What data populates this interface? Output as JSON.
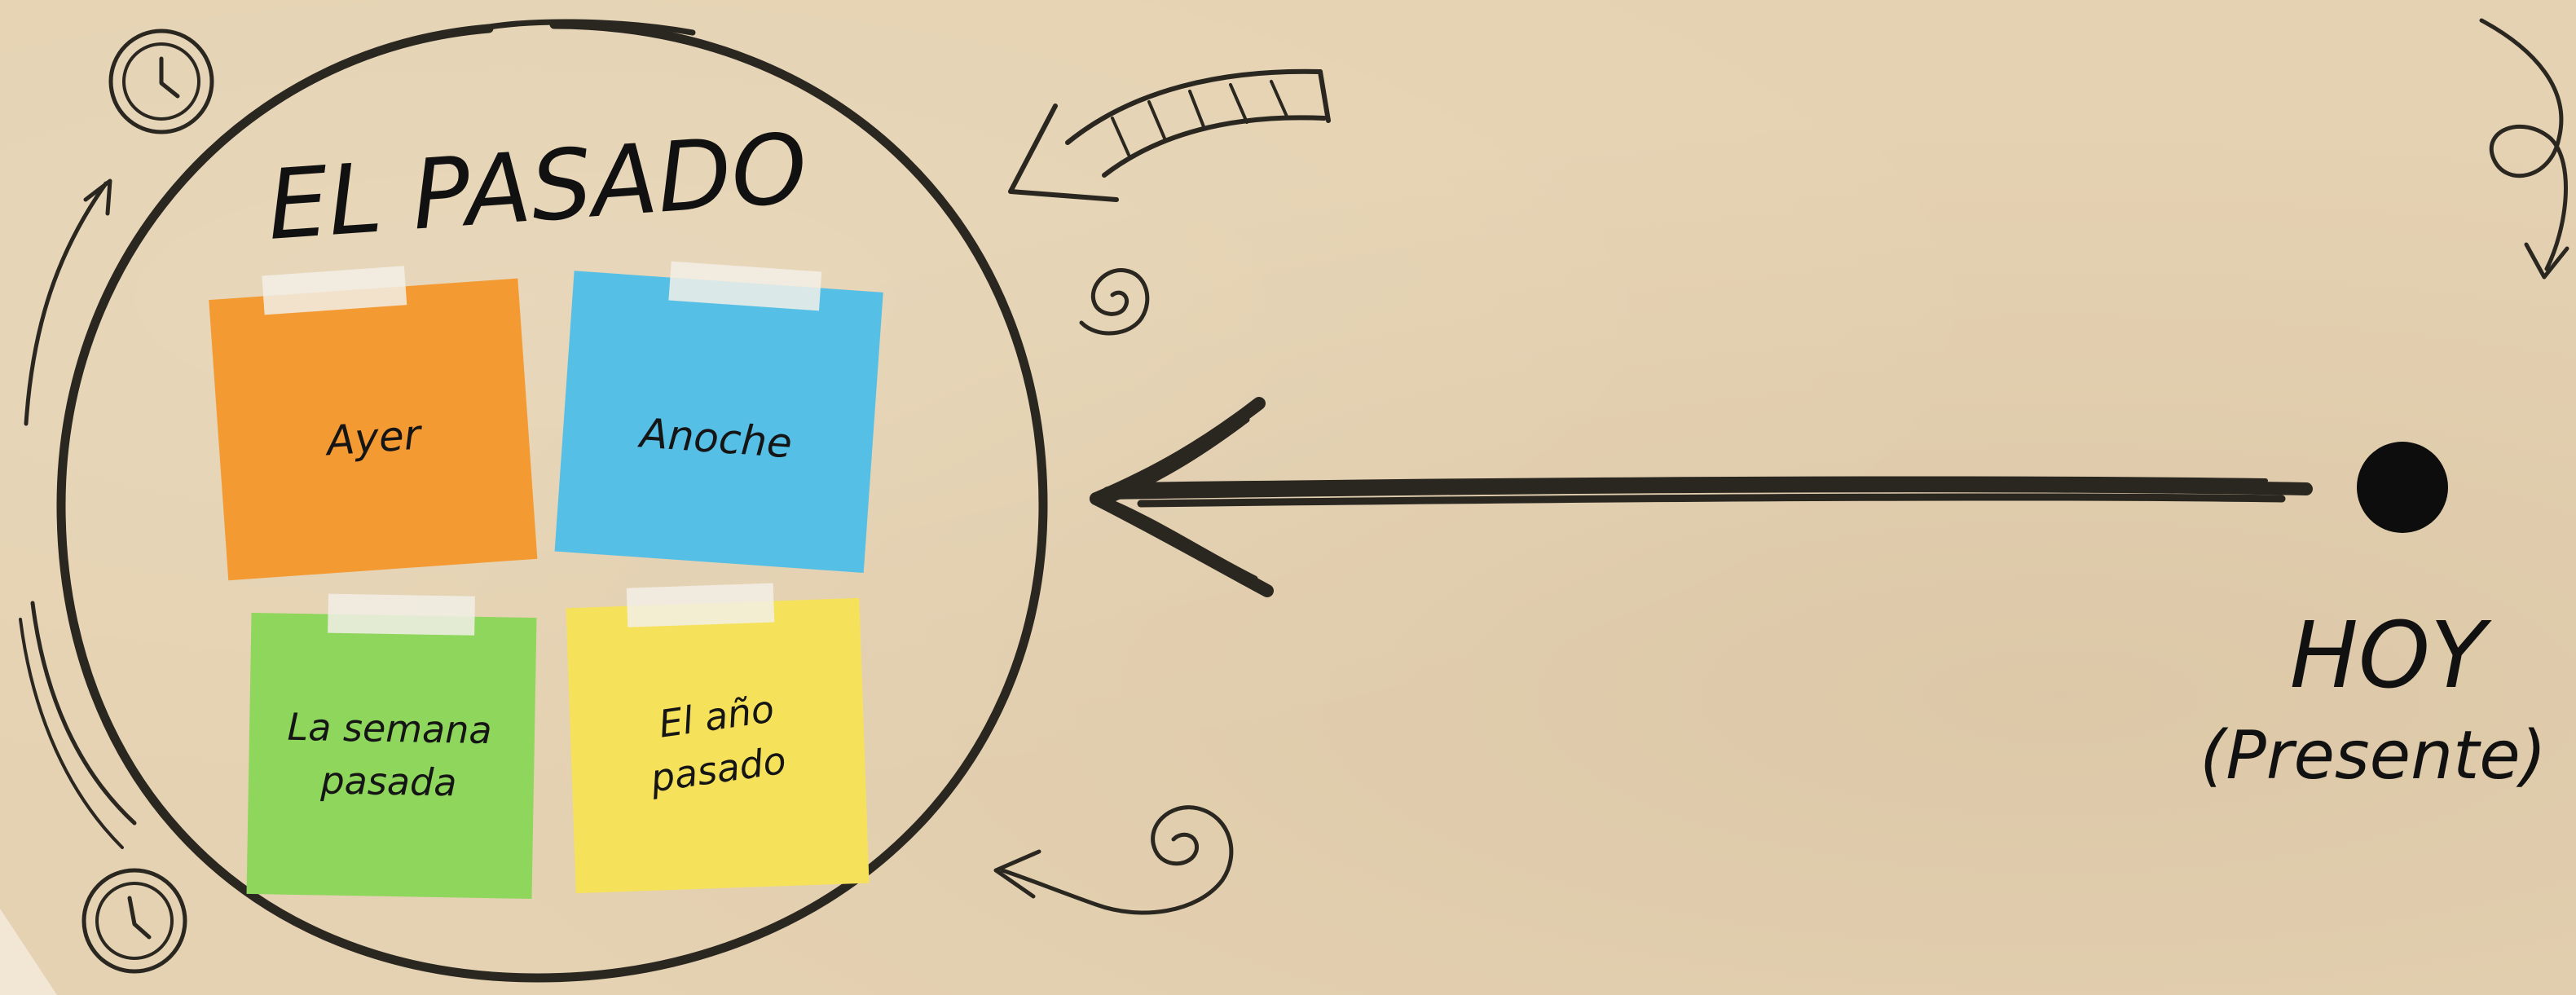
{
  "title": "EL PASADO",
  "notes": [
    {
      "lines": [
        "Ayer"
      ],
      "color": "#f39a33"
    },
    {
      "lines": [
        "Anoche"
      ],
      "color": "#55bfe6"
    },
    {
      "lines": [
        "La semana",
        "pasada"
      ],
      "color": "#8fd65c"
    },
    {
      "lines": [
        "El año",
        "pasado"
      ],
      "color": "#f6e25a"
    }
  ],
  "present": {
    "label": "HOY",
    "sublabel": "(Presente)"
  },
  "colors": {
    "ink": "#111111",
    "paper": "#e5d2b2",
    "tape": "#f2efe6"
  },
  "icons": [
    "clock-icon",
    "clock-icon",
    "curved-arrow-icon",
    "spiral-icon",
    "spiral-arrow-icon",
    "loop-arrow-icon"
  ]
}
